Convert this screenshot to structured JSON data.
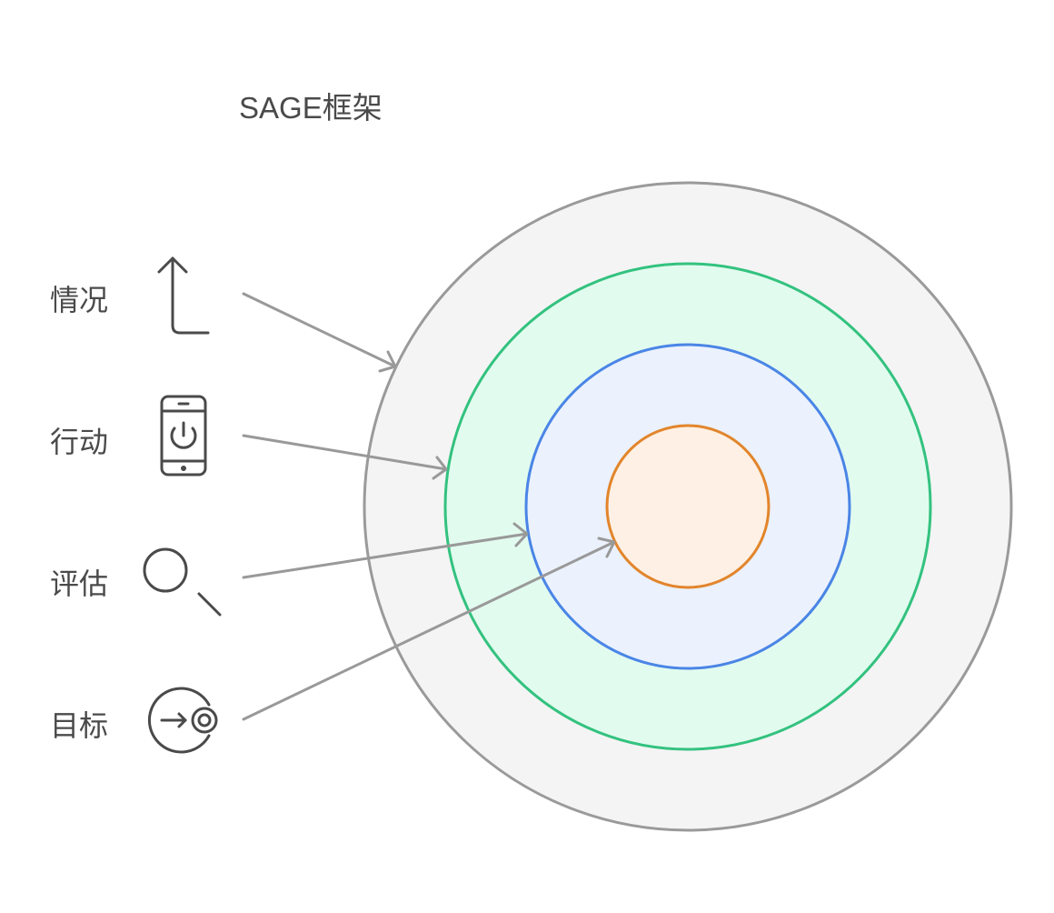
{
  "title": "SAGE框架",
  "colors": {
    "text": "#4a4a4a",
    "icon": "#4a4a4a",
    "arrow": "#999999",
    "outer_stroke": "#9a9a9a",
    "outer_fill": "#f4f4f4",
    "green_stroke": "#33c27f",
    "green_fill": "#e2fbef",
    "blue_stroke": "#4a85e6",
    "blue_fill": "#ebf1fd",
    "orange_stroke": "#e2852b",
    "orange_fill": "#fef0e4"
  },
  "rings": [
    {
      "name": "situation-ring",
      "layer": "情况",
      "radius": 356
    },
    {
      "name": "action-ring",
      "layer": "行动",
      "radius": 267
    },
    {
      "name": "evaluation-ring",
      "layer": "评估",
      "radius": 178
    },
    {
      "name": "goal-ring",
      "layer": "目标",
      "radius": 89
    }
  ],
  "items": [
    {
      "label": "情况",
      "icon": "arrow-up-turn-icon"
    },
    {
      "label": "行动",
      "icon": "phone-power-icon"
    },
    {
      "label": "评估",
      "icon": "magnifier-icon"
    },
    {
      "label": "目标",
      "icon": "target-arrow-icon"
    }
  ]
}
